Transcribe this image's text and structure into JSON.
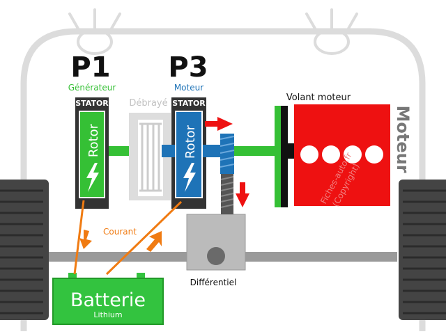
{
  "labels": {
    "p1": "P1",
    "p1_sub": "Générateur",
    "p3": "P3",
    "p3_sub": "Moteur",
    "stator": "STATOR",
    "rotor": "Rotor",
    "clutch": "Débrayé",
    "flywheel": "Volant moteur",
    "engine": "Moteur",
    "current": "Courant",
    "differential": "Différentiel",
    "battery": "Batterie",
    "battery_sub": "Lithium",
    "watermark_line1": "Fiches-auto.fr",
    "watermark_line2": "(Copyright)"
  },
  "colors": {
    "green": "#35c035",
    "blue": "#1e73b7",
    "red": "#ee1111",
    "orange": "#f07b12",
    "dark": "#333333",
    "body_outline": "#dcdcdc",
    "grey_shaft": "#9a9a9a",
    "battery_fill": "#33c33f"
  },
  "icons": {
    "lightning": "lightning-bolt-icon",
    "headlight": "headlight-icon"
  }
}
